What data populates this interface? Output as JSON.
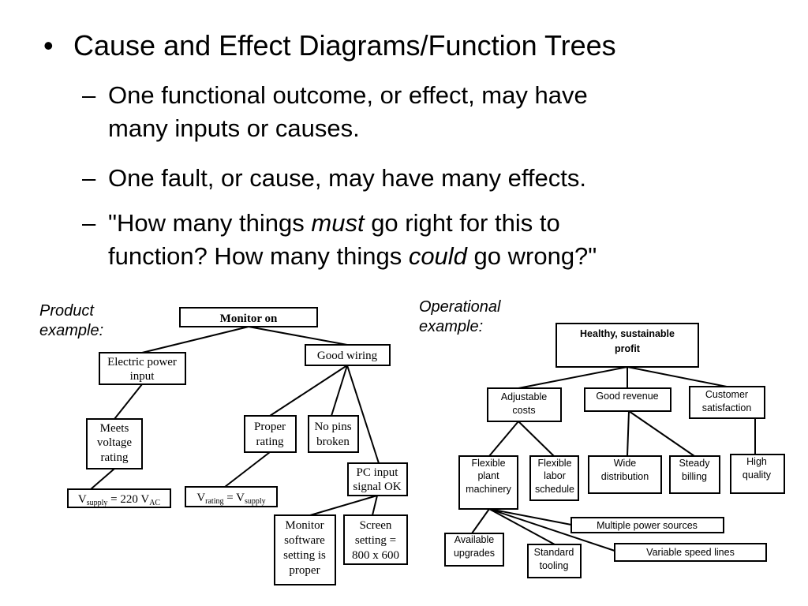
{
  "bullets": {
    "main": "Cause and Effect Diagrams/Function Trees",
    "sub1_line1": "One functional outcome, or effect, may have",
    "sub1_line2": "many inputs or causes.",
    "sub2": "One fault, or cause, may have many effects.",
    "sub3_part1": "\"How many things ",
    "sub3_em1": "must",
    "sub3_part2": " go right for this to",
    "sub3_part3": "function?  How many things ",
    "sub3_em2": "could",
    "sub3_part4": " go wrong?\""
  },
  "product": {
    "caption_line1": "Product",
    "caption_line2": "example:",
    "root": "Monitor on",
    "electric_l1": "Electric power",
    "electric_l2": "input",
    "good_wiring": "Good wiring",
    "meets_l1": "Meets",
    "meets_l2": "voltage",
    "meets_l3": "rating",
    "vsupply_v": "V",
    "vsupply_sub": "supply",
    "vsupply_eq": " = 220 V",
    "vsupply_ac": "AC",
    "proper_l1": "Proper",
    "proper_l2": "rating",
    "nopins_l1": "No pins",
    "nopins_l2": "broken",
    "vrating_v": "V",
    "vrating_sub": "rating",
    "vrating_eq": " = V",
    "vrating_sub2": "supply",
    "pcinput_l1": "PC input",
    "pcinput_l2": "signal OK",
    "monsw_l1": "Monitor",
    "monsw_l2": "software",
    "monsw_l3": "setting is",
    "monsw_l4": "proper",
    "screen_l1": "Screen",
    "screen_l2": "setting =",
    "screen_l3": "800 x 600"
  },
  "operational": {
    "caption_line1": "Operational",
    "caption_line2": "example:",
    "root_l1": "Healthy, sustainable",
    "root_l2": "profit",
    "adjustable_l1": "Adjustable",
    "adjustable_l2": "costs",
    "good_revenue": "Good revenue",
    "customer_l1": "Customer",
    "customer_l2": "satisfaction",
    "flex_plant_l1": "Flexible",
    "flex_plant_l2": "plant",
    "flex_plant_l3": "machinery",
    "flex_labor_l1": "Flexible",
    "flex_labor_l2": "labor",
    "flex_labor_l3": "schedule",
    "wide_l1": "Wide",
    "wide_l2": "distribution",
    "steady_l1": "Steady",
    "steady_l2": "billing",
    "high_l1": "High",
    "high_l2": "quality",
    "multiple_power": "Multiple power sources",
    "available_l1": "Available",
    "available_l2": "upgrades",
    "standard_l1": "Standard",
    "standard_l2": "tooling",
    "variable_speed": "Variable speed lines"
  }
}
